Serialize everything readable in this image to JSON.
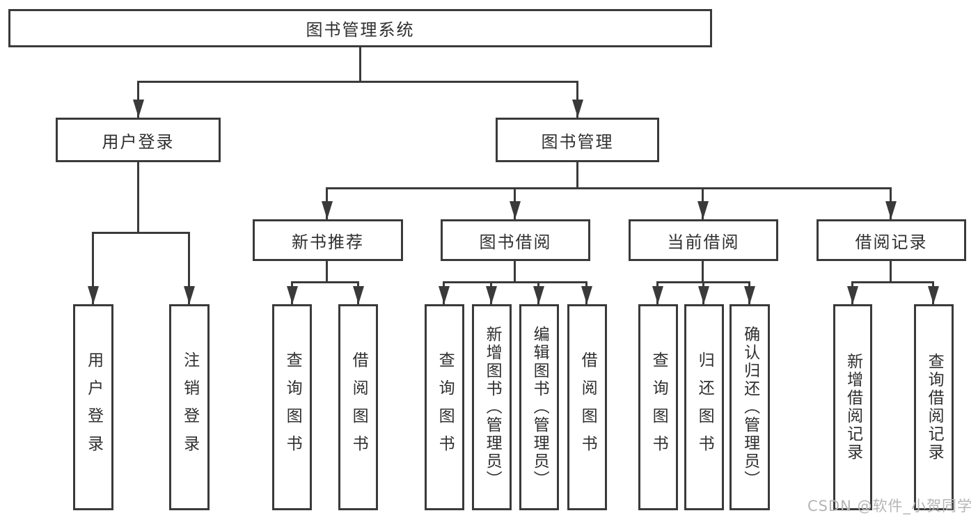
{
  "nodes": {
    "root": {
      "label": "图书管理系统"
    },
    "user_login": {
      "label": "用户登录"
    },
    "book_mgmt": {
      "label": "图书管理"
    },
    "new_books": {
      "label": "新书推荐"
    },
    "book_borrow": {
      "label": "图书借阅"
    },
    "current_borrow": {
      "label": "当前借阅"
    },
    "borrow_records": {
      "label": "借阅记录"
    },
    "leaf_user_login": {
      "label": "用户登录"
    },
    "leaf_logout": {
      "label": "注销登录"
    },
    "leaf_nb_query": {
      "label": "查询图书"
    },
    "leaf_nb_borrow": {
      "label": "借阅图书"
    },
    "leaf_bb_query": {
      "label": "查询图书"
    },
    "leaf_bb_add": {
      "label": "新增图书（管理员）"
    },
    "leaf_bb_edit": {
      "label": "编辑图书（管理员）"
    },
    "leaf_bb_borrow": {
      "label": "借阅图书"
    },
    "leaf_cb_query": {
      "label": "查询图书"
    },
    "leaf_cb_return": {
      "label": "归还图书"
    },
    "leaf_cb_confirm": {
      "label": "确认归还（管理员）"
    },
    "leaf_br_add": {
      "label": "新增借阅记录"
    },
    "leaf_br_query": {
      "label": "查询借阅记录"
    }
  },
  "watermark": {
    "text": "CSDN @软件_小贺同学"
  },
  "colors": {
    "line": "#3a3a3a",
    "text": "#2f2f2f",
    "watermark": "#b5b5b5",
    "background": "#ffffff"
  }
}
